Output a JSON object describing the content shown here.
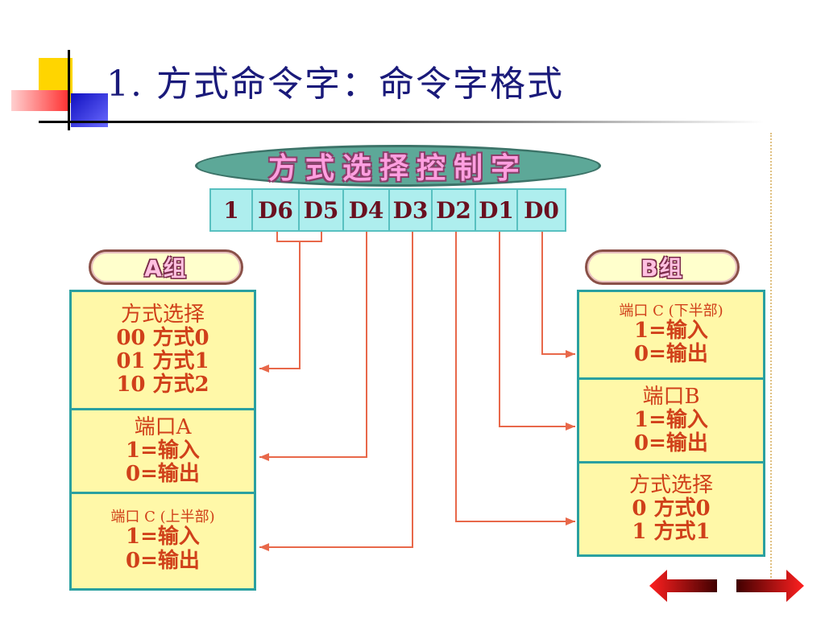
{
  "title": "1.  方式命令字：命令字格式",
  "header_label": "方式选择控制字",
  "bits": [
    "1",
    "D6",
    "D5",
    "D4",
    "D3",
    "D2",
    "D1",
    "D0"
  ],
  "group_a": {
    "label": "A组",
    "mode": {
      "title": "方式选择",
      "lines": [
        "00  方式0",
        "01  方式1",
        "10  方式2"
      ]
    },
    "port_a": {
      "title": "端口A",
      "lines": [
        "1=输入",
        "0=输出"
      ]
    },
    "port_c_upper": {
      "title": "端口 C (上半部)",
      "lines": [
        "1=输入",
        "0=输出"
      ]
    }
  },
  "group_b": {
    "label": "B组",
    "port_c_lower": {
      "title": "端口 C (下半部)",
      "lines": [
        "1=输入",
        "0=输出"
      ]
    },
    "port_b": {
      "title": "端口B",
      "lines": [
        "1=输入",
        "0=输出"
      ]
    },
    "mode": {
      "title": "方式选择",
      "lines": [
        "0  方式0",
        "1  方式1"
      ]
    }
  },
  "colors": {
    "title": "#1a1a7a",
    "box_fill": "#fff8a8",
    "box_border": "#2aa0a0",
    "box_text": "#d0401a",
    "bit_fill": "#aeeeee",
    "bit_text": "#6a1020",
    "connector": "#e8684a",
    "nav_arrow": "#e02020"
  },
  "icons": {
    "nav_prev": "left-arrow-icon",
    "nav_next": "right-arrow-icon"
  }
}
